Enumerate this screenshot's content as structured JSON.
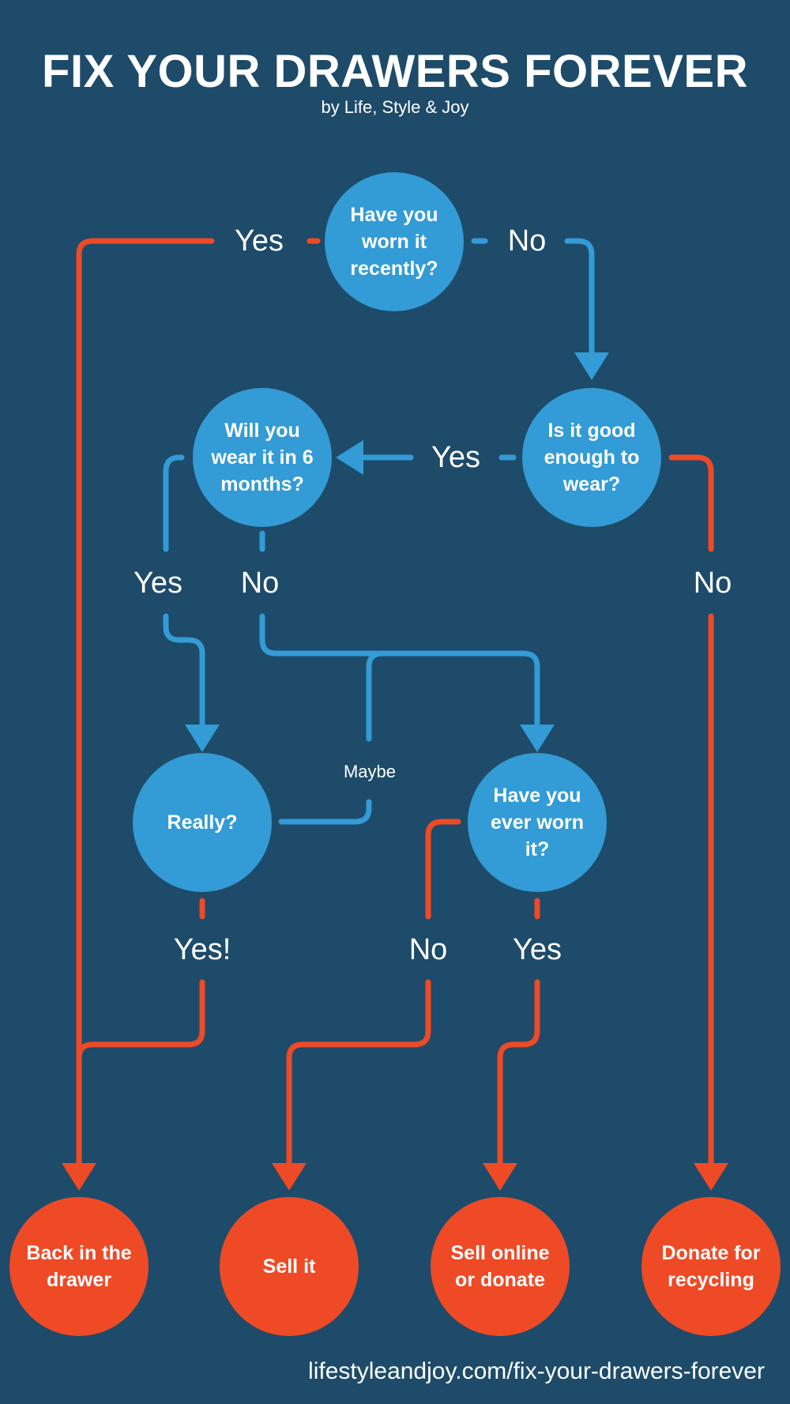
{
  "header": {
    "title": "FIX YOUR DRAWERS FOREVER",
    "subtitle": "by Life, Style & Joy"
  },
  "questions": {
    "worn_recently": "Have you worn it recently?",
    "good_enough": "Is it good enough to wear?",
    "wear_6_months": "Will you wear it in 6 months?",
    "really": "Really?",
    "ever_worn": "Have you ever worn it?"
  },
  "outcomes": {
    "back_in_drawer": "Back in the drawer",
    "sell_it": "Sell it",
    "sell_online_donate": "Sell online or donate",
    "donate_recycling": "Donate for recycling"
  },
  "edge_labels": {
    "worn_yes": "Yes",
    "worn_no": "No",
    "good_yes": "Yes",
    "good_no": "No",
    "six_yes": "Yes",
    "six_no": "No",
    "maybe": "Maybe",
    "really_yes": "Yes!",
    "ever_no": "No",
    "ever_yes": "Yes"
  },
  "footer": {
    "url": "lifestyleandjoy.com/fix-your-drawers-forever"
  },
  "colors": {
    "background": "#1d4b69",
    "question": "#339bd6",
    "outcome": "#ef4a26"
  }
}
